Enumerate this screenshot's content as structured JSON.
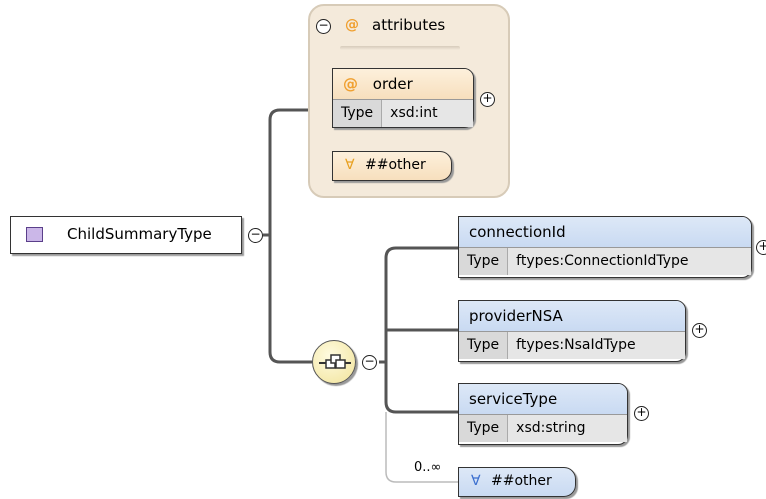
{
  "root": {
    "label": "ChildSummaryType"
  },
  "attributes": {
    "header": "attributes",
    "at_symbol": "@",
    "order": {
      "name": "order",
      "type_key": "Type",
      "type_value": "xsd:int"
    },
    "any_attribute": {
      "symbol": "∀",
      "label": "##other"
    }
  },
  "sequence": {
    "elements": [
      {
        "name": "connectionId",
        "type_key": "Type",
        "type_value": "ftypes:ConnectionIdType"
      },
      {
        "name": "providerNSA",
        "type_key": "Type",
        "type_value": "ftypes:NsaIdType"
      },
      {
        "name": "serviceType",
        "type_key": "Type",
        "type_value": "xsd:string"
      }
    ],
    "any": {
      "symbol": "∀",
      "label": "##other",
      "cardinality": "0..∞"
    }
  },
  "symbols": {
    "minus": "−",
    "plus": "+"
  },
  "colors": {
    "attribute_panel": "#f4eadb",
    "element_header": "#c9daf2",
    "attribute_header": "#f7dfbd",
    "root_icon": "#cbb7e8",
    "sequence_node": "#f1e39a"
  }
}
